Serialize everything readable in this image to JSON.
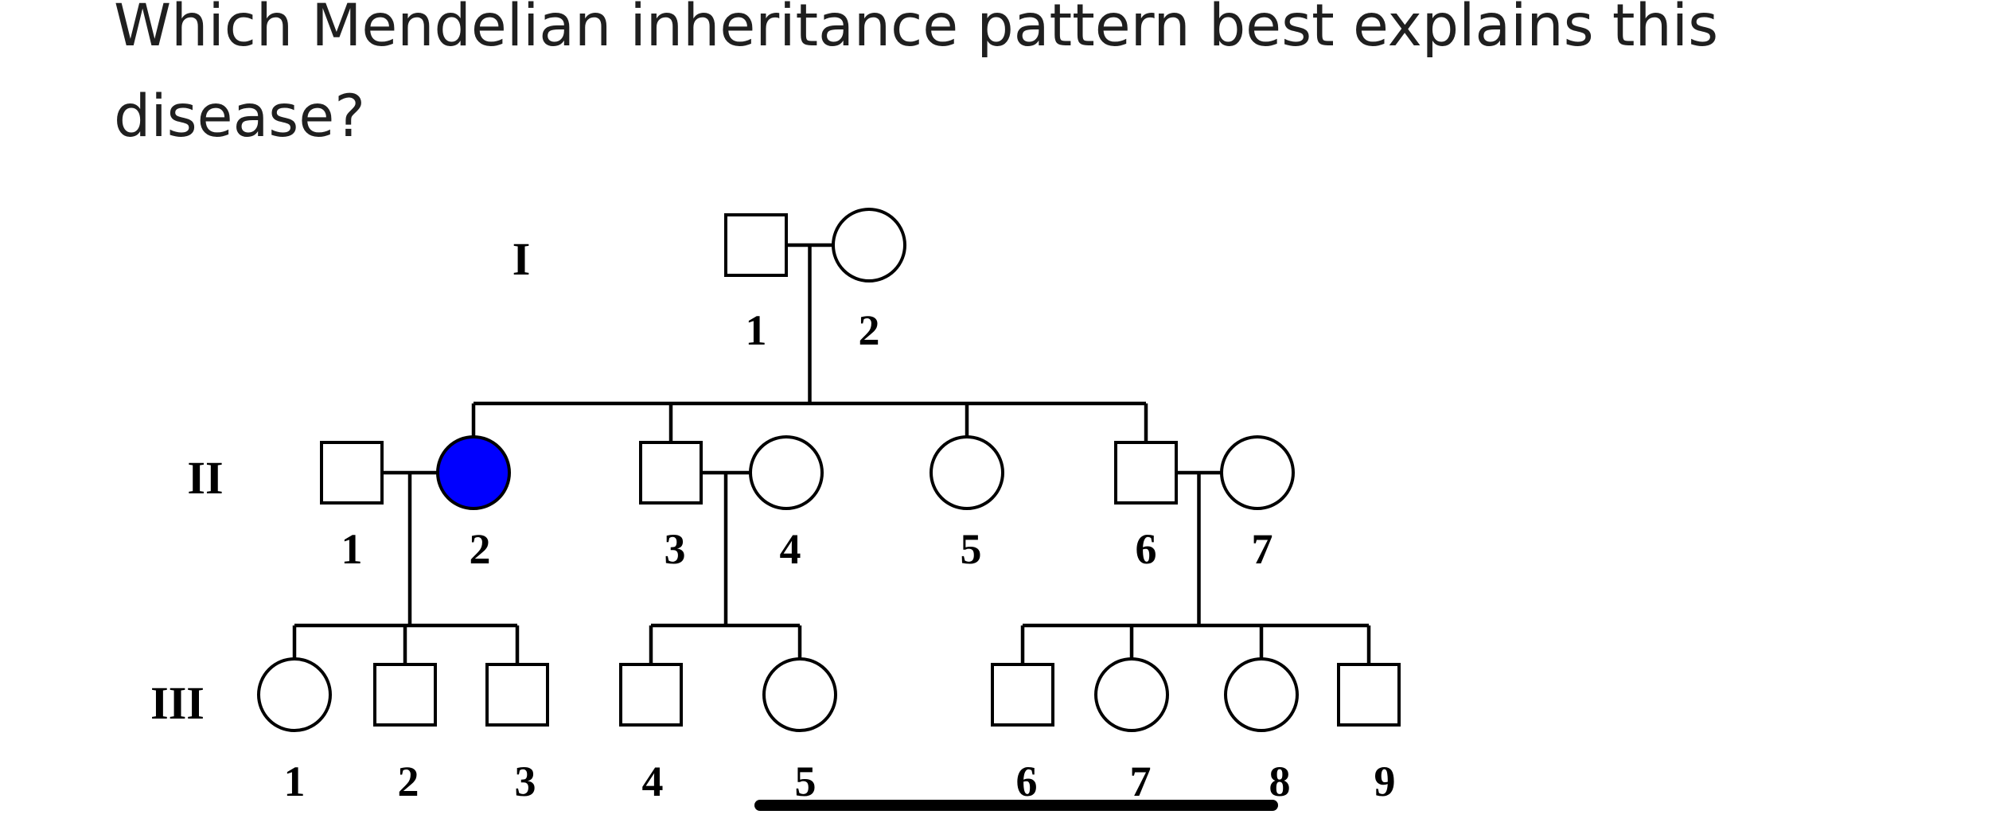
{
  "question": {
    "text": "Which Mendelian inheritance pattern best explains this disease?"
  },
  "pedigree": {
    "colors": {
      "affected": "#0000ff",
      "unaffected": "#ffffff",
      "line": "#000000"
    },
    "generations": [
      {
        "label": "I",
        "individuals": [
          {
            "label": "1",
            "sex": "male",
            "affected": false
          },
          {
            "label": "2",
            "sex": "female",
            "affected": false
          }
        ]
      },
      {
        "label": "II",
        "individuals": [
          {
            "label": "1",
            "sex": "male",
            "affected": false
          },
          {
            "label": "2",
            "sex": "female",
            "affected": true
          },
          {
            "label": "3",
            "sex": "male",
            "affected": false
          },
          {
            "label": "4",
            "sex": "female",
            "affected": false
          },
          {
            "label": "5",
            "sex": "female",
            "affected": false
          },
          {
            "label": "6",
            "sex": "male",
            "affected": false
          },
          {
            "label": "7",
            "sex": "female",
            "affected": false
          }
        ]
      },
      {
        "label": "III",
        "individuals": [
          {
            "label": "1",
            "sex": "female",
            "affected": false
          },
          {
            "label": "2",
            "sex": "male",
            "affected": false
          },
          {
            "label": "3",
            "sex": "male",
            "affected": false
          },
          {
            "label": "4",
            "sex": "male",
            "affected": false
          },
          {
            "label": "5",
            "sex": "female",
            "affected": false
          },
          {
            "label": "6",
            "sex": "male",
            "affected": false
          },
          {
            "label": "7",
            "sex": "female",
            "affected": false
          },
          {
            "label": "8",
            "sex": "female",
            "affected": false
          },
          {
            "label": "9",
            "sex": "male",
            "affected": false
          }
        ]
      }
    ],
    "matings": [
      {
        "partners": [
          "I-1",
          "I-2"
        ],
        "children": [
          "II-2",
          "II-3",
          "II-5",
          "II-6"
        ]
      },
      {
        "partners": [
          "II-1",
          "II-2"
        ],
        "children": [
          "III-1",
          "III-2",
          "III-3"
        ]
      },
      {
        "partners": [
          "II-3",
          "II-4"
        ],
        "children": [
          "III-4",
          "III-5"
        ]
      },
      {
        "partners": [
          "II-6",
          "II-7"
        ],
        "children": [
          "III-6",
          "III-7",
          "III-8",
          "III-9"
        ]
      }
    ]
  }
}
